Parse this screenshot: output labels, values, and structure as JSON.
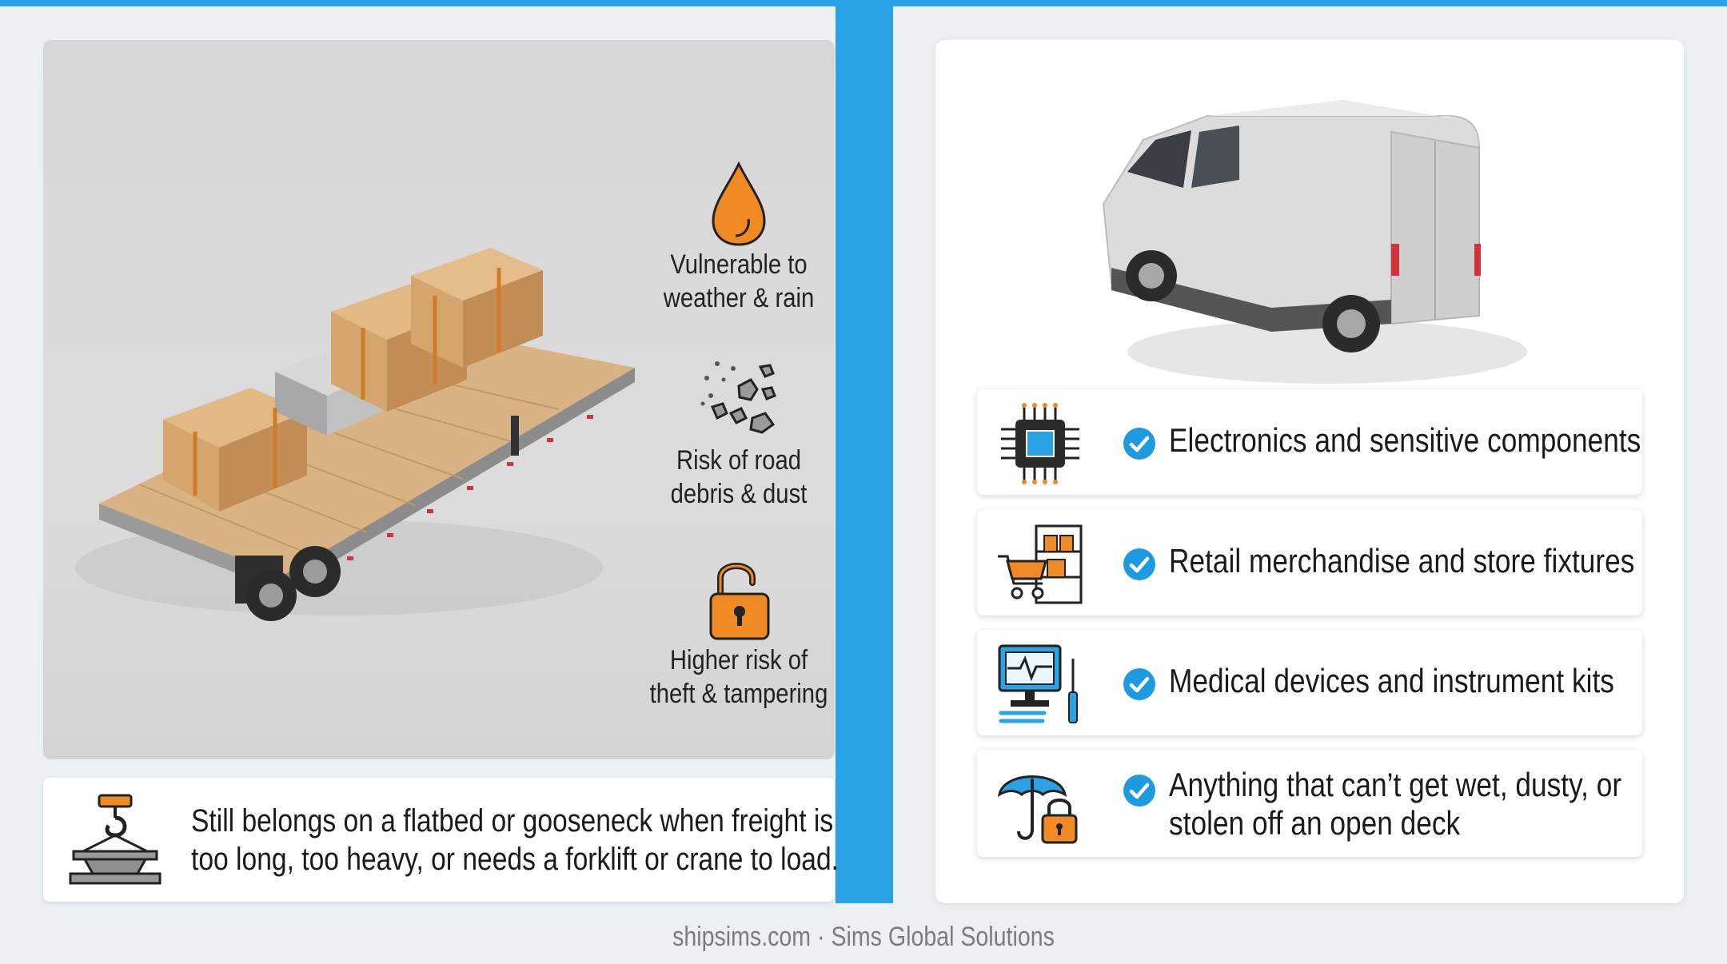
{
  "left": {
    "risks": [
      {
        "icon": "water-drop-icon",
        "label": "Vulnerable to\nweather & rain"
      },
      {
        "icon": "debris-rocks-icon",
        "label": "Risk of road\ndebris & dust"
      },
      {
        "icon": "open-padlock-icon",
        "label": "Higher risk of\ntheft & tampering"
      }
    ],
    "bottom_note": {
      "icon": "crane-hook-icon",
      "line1": "Still belongs on a flatbed or gooseneck when freight is",
      "line2": "too long, too heavy, or needs a forklift or crane to load."
    }
  },
  "right": {
    "items": [
      {
        "icon": "microchip-icon",
        "label": "Electronics and sensitive components"
      },
      {
        "icon": "shopping-cart-shelf-icon",
        "label": "Retail merchandise and store fixtures"
      },
      {
        "icon": "medical-monitor-icon",
        "label": "Medical devices and instrument kits"
      },
      {
        "icon": "umbrella-lock-icon",
        "line1": "Anything that can’t get wet, dusty, or",
        "line2": "stolen off an open deck"
      }
    ]
  },
  "footer": "shipsims.com · Sims Global Solutions",
  "colors": {
    "accent_blue": "#2aa3e6",
    "orange": "#f08a24",
    "check_blue": "#1e9be0"
  }
}
